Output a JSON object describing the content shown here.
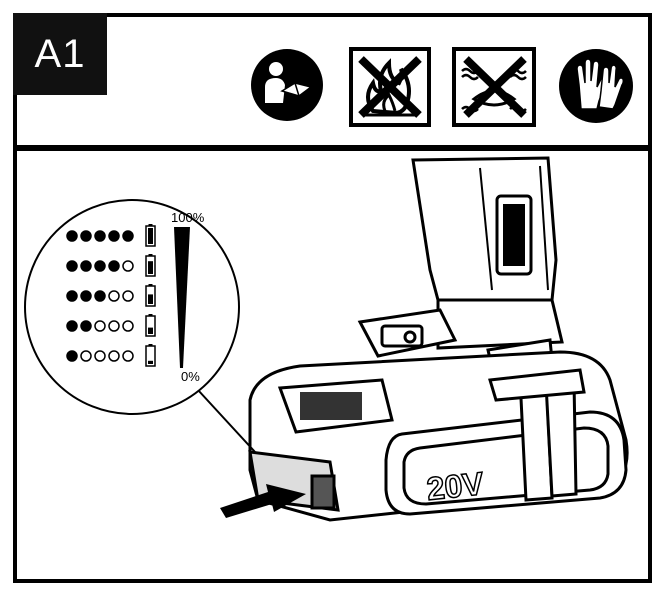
{
  "panel": {
    "label": "A1"
  },
  "header_icons": [
    {
      "name": "read-manual-icon"
    },
    {
      "name": "no-fire-icon"
    },
    {
      "name": "no-water-icon"
    },
    {
      "name": "wear-gloves-icon"
    }
  ],
  "indicator": {
    "top_label": "100%",
    "bottom_label": "0%",
    "levels": [
      {
        "filled": 5,
        "total": 5
      },
      {
        "filled": 4,
        "total": 5
      },
      {
        "filled": 3,
        "total": 5
      },
      {
        "filled": 2,
        "total": 5
      },
      {
        "filled": 1,
        "total": 5
      }
    ]
  },
  "battery": {
    "voltage_label": "20V"
  },
  "colors": {
    "ink": "#000000",
    "paper": "#ffffff"
  }
}
